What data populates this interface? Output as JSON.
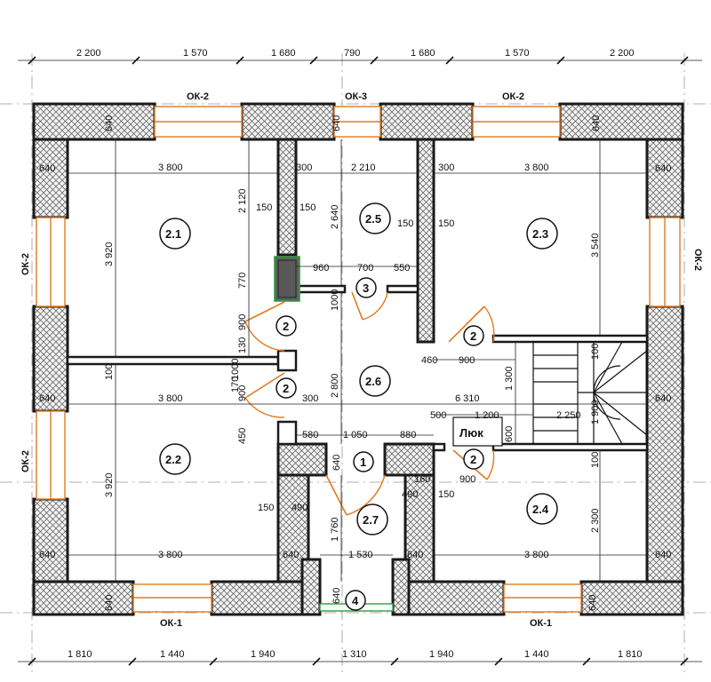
{
  "top_dims": [
    "2 200",
    "1 570",
    "1 680",
    "790",
    "1 680",
    "1 570",
    "2 200"
  ],
  "bottom_dims": [
    "1 810",
    "1 440",
    "1 940",
    "1 310",
    "1 940",
    "1 440",
    "1 810"
  ],
  "windows": {
    "ok2_top_left": "ОК-2",
    "ok3_top": "ОК-3",
    "ok2_top_right": "ОК-2",
    "ok2_left_upper": "ОК-2",
    "ok2_left_lower": "ОК-2",
    "ok2_right": "ОК-2",
    "ok1_bottom_left": "ОК-1",
    "ok1_bottom_right": "ОК-1"
  },
  "rooms": {
    "r21": "2.1",
    "r22": "2.2",
    "r23": "2.3",
    "r24": "2.4",
    "r25": "2.5",
    "r26": "2.6",
    "r27": "2.7"
  },
  "doors": {
    "d1": "1",
    "d2a": "2",
    "d2b": "2",
    "d2c": "2",
    "d2d": "2",
    "d3": "3",
    "d4": "4"
  },
  "hatch_label": "Люк",
  "inner_dims": {
    "d640_tl_v": "640",
    "d640_tl_h": "640",
    "d3800_a": "3 800",
    "d3920_a": "3 920",
    "d2120": "2 120",
    "d150_a": "150",
    "d150_b": "150",
    "d770": "770",
    "d300_a": "300",
    "d2210": "2 210",
    "d2640": "2 640",
    "d150_c": "150",
    "d150_d": "150",
    "d640_top_mid": "640",
    "d300_b": "300",
    "d3800_b": "3 800",
    "d640_tr_v": "640",
    "d640_tr_h": "640",
    "d3540": "3 540",
    "d960": "960",
    "d700": "700",
    "d550": "550",
    "d1000_a": "1000",
    "d900_a": "900",
    "d130": "130",
    "d100_a": "100",
    "d460": "460",
    "d900_b": "900",
    "d1300": "1 300",
    "d100_b": "100",
    "d100_c": "100",
    "d1000_b": "1000",
    "d170": "170",
    "d900_c": "900",
    "d300_c": "300",
    "d3800_c": "3 800",
    "d2800": "2 800",
    "d6310": "6 310",
    "d640_l_mid": "640",
    "d640_r_mid": "640",
    "d450": "450",
    "d580": "580",
    "d1050": "1 050",
    "d880": "880",
    "d500": "500",
    "d1200": "1 200",
    "d2250": "2 250",
    "d600": "600",
    "d1900": "1 900",
    "d3920_b": "3 920",
    "d640_c": "640",
    "d160": "160",
    "d490_a": "490",
    "d490_b": "490",
    "d150_e": "150",
    "d150_f": "150",
    "d900_d": "900",
    "d1760": "1 760",
    "d2300": "2 300",
    "d100_d": "100",
    "d640_bl_h": "640",
    "d3800_d": "3 800",
    "d640_bm_a": "640",
    "d1530": "1 530",
    "d640_bm_b": "640",
    "d3800_e": "3 800",
    "d640_br_h": "640",
    "d640_bl_v": "640",
    "d640_bot_mid": "640",
    "d640_br_v": "640"
  }
}
